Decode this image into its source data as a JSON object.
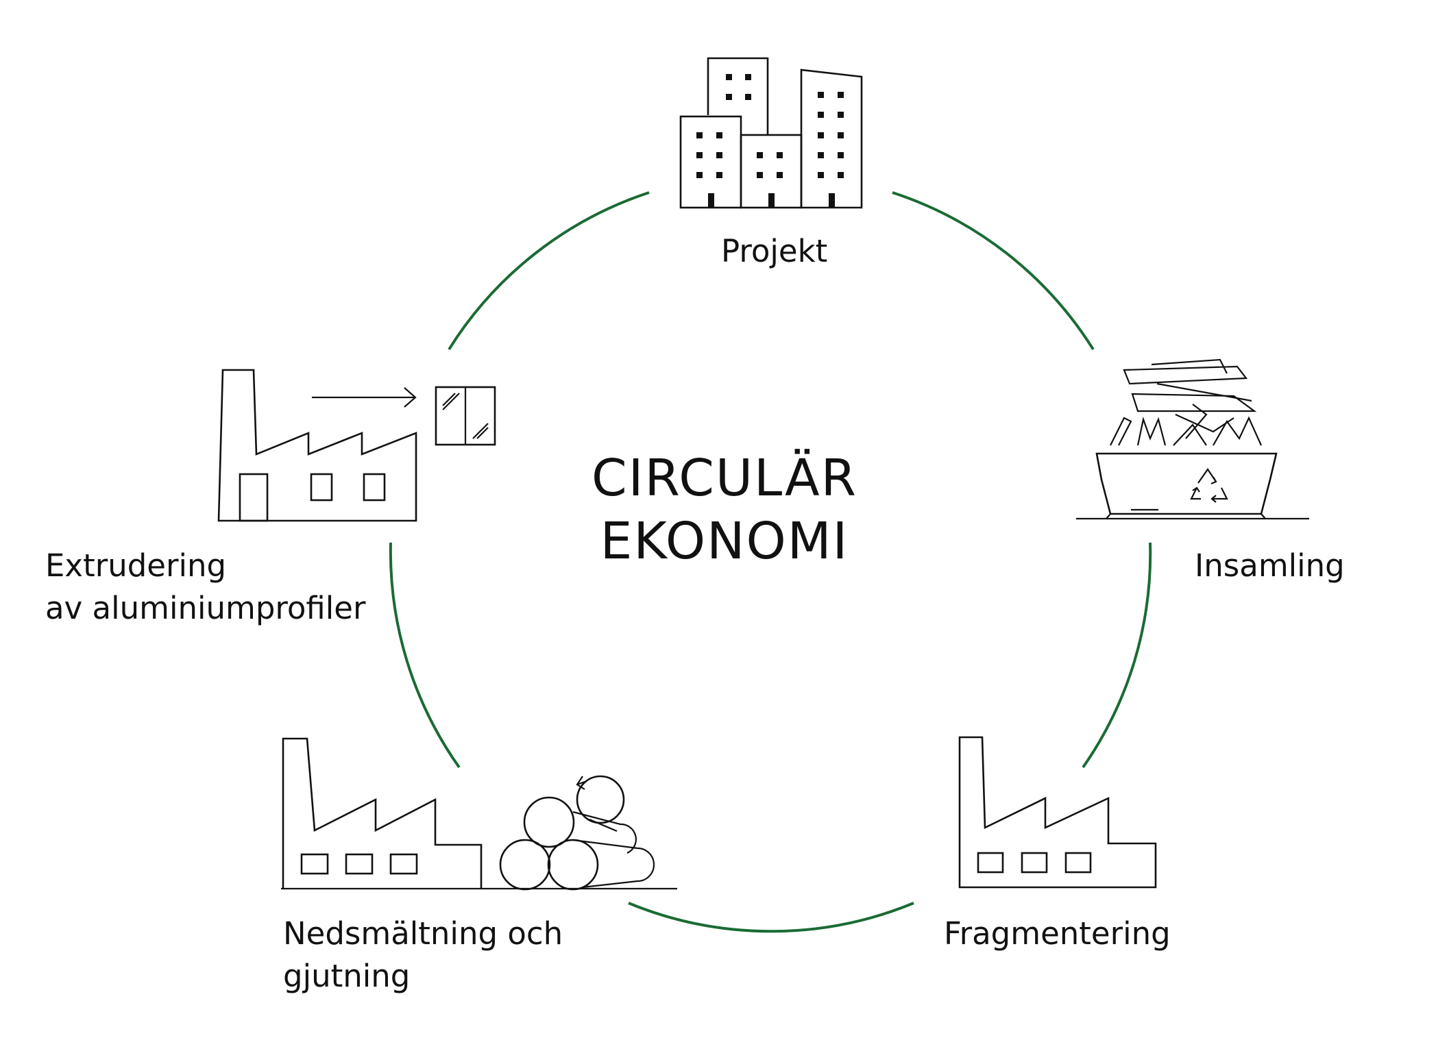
{
  "title": {
    "line1": "CIRCULÄR",
    "line2": "EKONOMI"
  },
  "stages": {
    "projekt": {
      "label": "Projekt",
      "icon": "city-buildings-icon"
    },
    "insamling": {
      "label": "Insamling",
      "icon": "recycling-container-icon"
    },
    "fragmentering": {
      "label": "Fragmentering",
      "icon": "factory-icon"
    },
    "nedsmaltning": {
      "line1": "Nedsmältning och",
      "line2": "gjutning",
      "icon": "factory-with-aluminium-logs-icon"
    },
    "extrudering": {
      "line1": "Extrudering",
      "line2": "av aluminiumprofiler",
      "icon": "factory-with-window-profile-icon"
    }
  },
  "colors": {
    "cycle_arc": "#1a6b34",
    "line_art": "#111111",
    "background": "#ffffff"
  }
}
